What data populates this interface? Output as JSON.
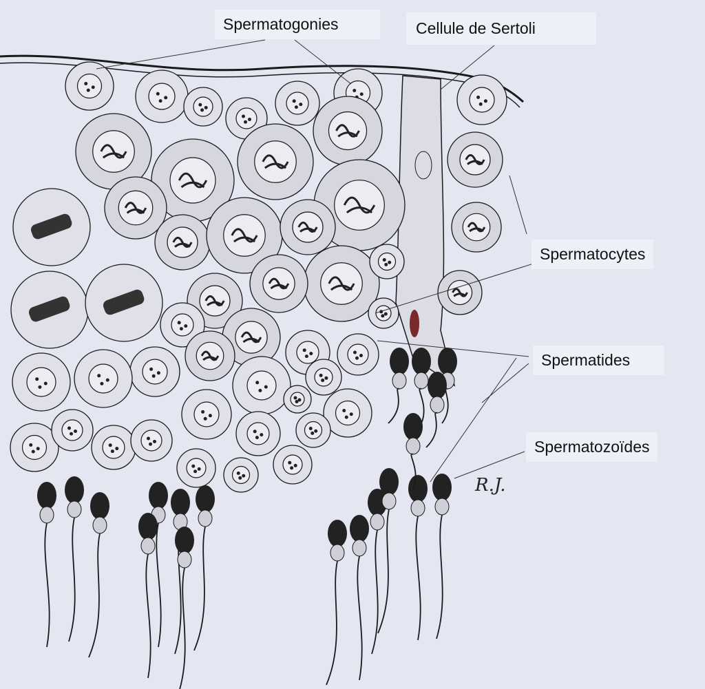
{
  "labels": {
    "spermatogonies": "Spermatogonies",
    "sertoli": "Cellule de Sertoli",
    "spermatocytes": "Spermatocytes",
    "spermatides": "Spermatides",
    "spermatozoides": "Spermatozoïdes"
  },
  "signature": "R.J.",
  "colors": {
    "background": "#e4e6f2",
    "ink": "#1a1a1a",
    "cell_fill": "#d6d6de",
    "sperm_head": "#222222"
  }
}
